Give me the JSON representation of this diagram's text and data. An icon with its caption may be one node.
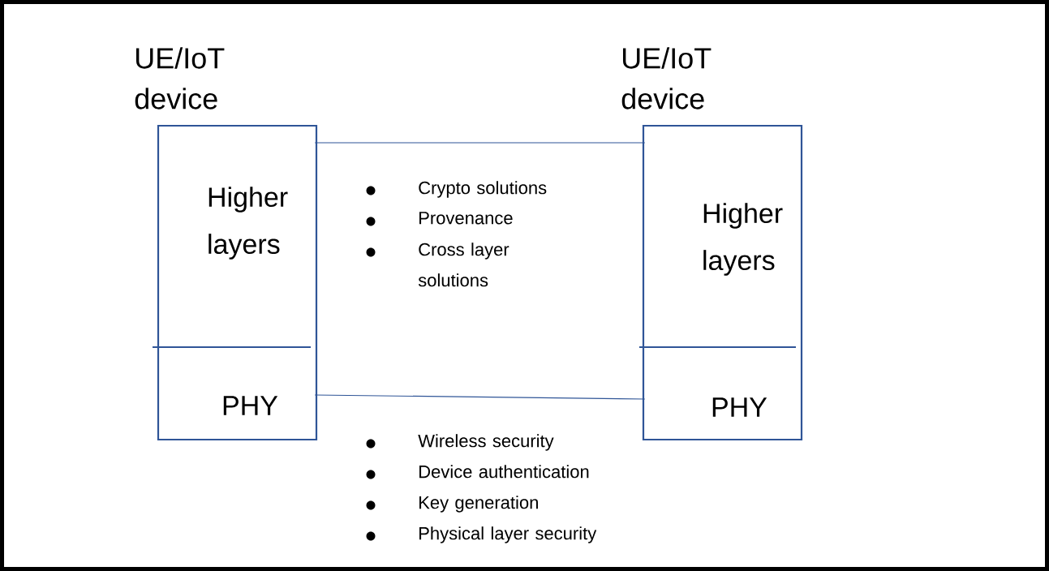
{
  "diagram": {
    "nodes": [
      {
        "text": [
          "UE/IoT device"
        ]
      },
      {
        "text": [
          "Higher layers"
        ],
        "in": 0
      },
      {
        "text": [
          "PHY"
        ],
        "in": 0
      },
      {
        "text": [
          "UE/IoT device"
        ]
      },
      {
        "text": [
          "Higher layers"
        ],
        "in": 3
      },
      {
        "text": [
          "PHY"
        ],
        "in": 3
      }
    ],
    "edges": [
      {
        "from": 1,
        "to": 4,
        "arrow": "none"
      },
      {
        "from": 2,
        "to": 5,
        "arrow": "none"
      }
    ],
    "labels": [
      "Crypto solutions",
      "Provenance",
      "Cross layer solutions",
      "Wireless security",
      "Device authentication",
      "Key generation",
      "Physical layer security"
    ]
  }
}
